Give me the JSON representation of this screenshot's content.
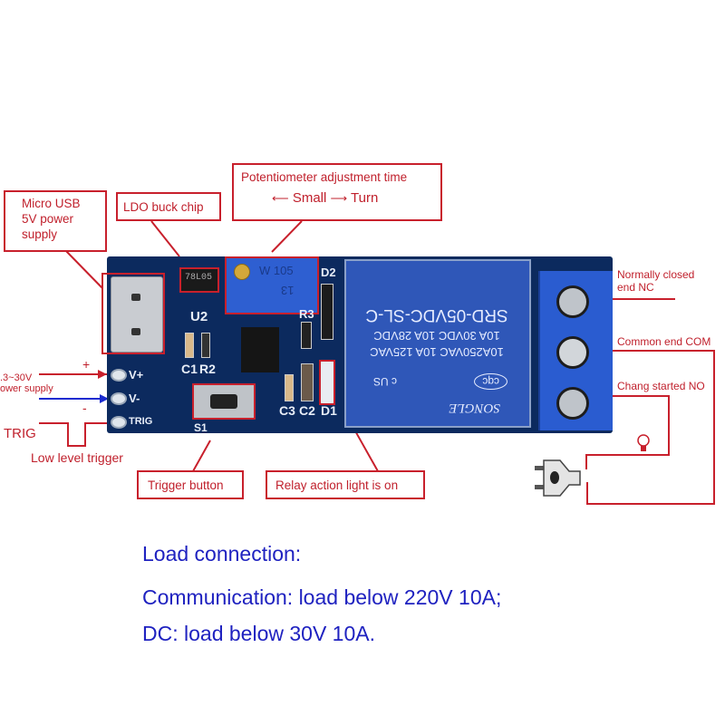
{
  "callouts": {
    "micro_usb": [
      "Micro USB",
      "5V power",
      "supply"
    ],
    "ldo": "LDO buck chip",
    "potentiometer_title": "Potentiometer adjustment time",
    "potentiometer_small": "Small",
    "potentiometer_turn": "Turn",
    "trigger_button": "Trigger button",
    "relay_light": "Relay action light is on",
    "nc": [
      "Normally closed",
      "end NC"
    ],
    "com": "Common end COM",
    "no": "Chang started NO"
  },
  "power": {
    "voltage": ".3~30V",
    "label": "ower supply",
    "plus": "+",
    "minus": "-"
  },
  "trig": {
    "label": "TRIG",
    "low_level": "Low level trigger"
  },
  "board": {
    "pins": [
      "V+",
      "V-",
      "TRIG"
    ],
    "silkscreen": {
      "u2": "U2",
      "c1": "C1",
      "r2": "R2",
      "s1": "S1",
      "d2": "D2",
      "r3": "R3",
      "c3": "C3",
      "c2": "C2",
      "d1": "D1"
    },
    "regulator_marking": "78L05",
    "pot_marking": [
      "W 105",
      "13"
    ],
    "relay": {
      "model": "SRD-05VDC-SL-C",
      "line1": "10A 30VDC 10A 28VDC",
      "line2": "10A250VAC 10A 125VAC",
      "brand": "SONGLE",
      "cert_ul": "c US",
      "cert_cqc": "cqc"
    }
  },
  "load": {
    "heading": "Load connection:",
    "ac": "Communication: load below 220V 10A;",
    "dc": "DC: load below 30V 10A."
  },
  "colors": {
    "callout_red": "#c8202c",
    "text_blue": "#1f22c0",
    "board_blue": "#0c2a5e",
    "relay_blue": "#2f57b8",
    "terminal_blue": "#2a5cd0",
    "wire_blue": "#1a2bd0"
  }
}
